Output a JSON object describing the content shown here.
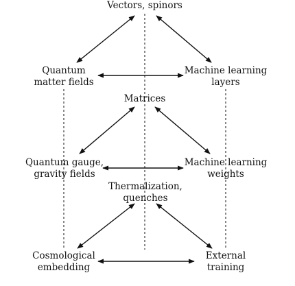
{
  "diagram": {
    "nodes": {
      "vectors": {
        "lines": [
          "Vectors, spinors"
        ]
      },
      "qmf": {
        "lines": [
          "Quantum",
          "matter fields"
        ]
      },
      "mll": {
        "lines": [
          "Machine learning",
          "layers"
        ]
      },
      "matrices": {
        "lines": [
          "Matrices"
        ]
      },
      "qgg": {
        "lines": [
          "Quantum gauge,",
          "gravity fields"
        ]
      },
      "mlw": {
        "lines": [
          "Machine learning",
          "weights"
        ]
      },
      "therm": {
        "lines": [
          "Thermalization,",
          "quenches"
        ]
      },
      "cosmo": {
        "lines": [
          "Cosmological",
          "embedding"
        ]
      },
      "ext": {
        "lines": [
          "External",
          "training"
        ]
      }
    },
    "colors": {
      "line": "#111111",
      "text": "#111111"
    }
  }
}
